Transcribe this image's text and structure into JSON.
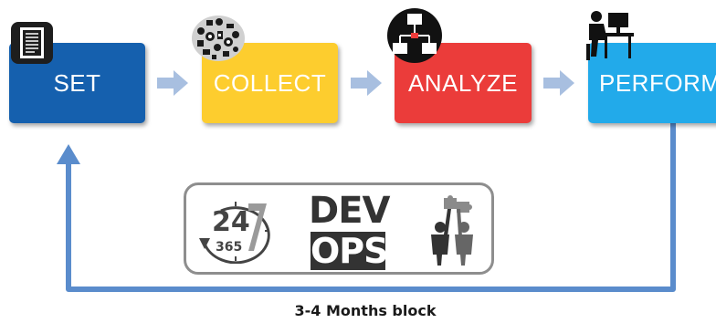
{
  "stages": [
    {
      "label": "SET",
      "color": "#1560ae",
      "icon": "document-icon"
    },
    {
      "label": "COLLECT",
      "color": "#fdcd2e",
      "icon": "collage-icon"
    },
    {
      "label": "ANALYZE",
      "color": "#eb3c3a",
      "icon": "network-icon"
    },
    {
      "label": "PERFORM",
      "color": "#22aaea",
      "icon": "person-at-computer-icon"
    }
  ],
  "connector_color": "#a8bfe0",
  "loop_color": "#5a8ccc",
  "practices": {
    "always_on": {
      "big": "24",
      "small": "365",
      "icon": "24-7-365-clock-icon"
    },
    "devops": {
      "line1": "DEV",
      "line2": "OPS"
    },
    "collaboration": {
      "icon": "team-puzzle-icon"
    }
  },
  "footer": {
    "label": "3-4 Months block"
  }
}
